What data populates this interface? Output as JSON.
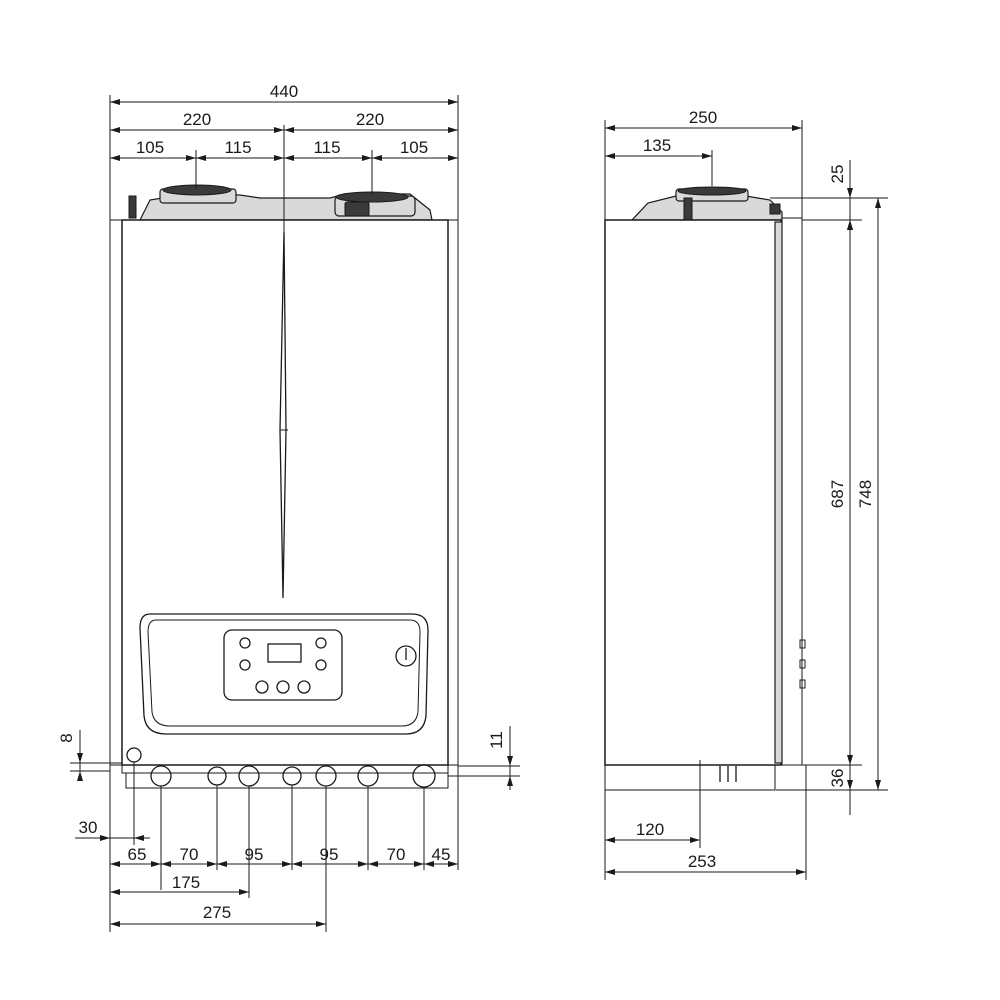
{
  "front_view": {
    "dim_overall_width": "440",
    "dim_half_left": "220",
    "dim_half_right": "220",
    "dim_top_left_outer": "105",
    "dim_top_left_inner": "115",
    "dim_top_right_inner": "115",
    "dim_top_right_outer": "105",
    "dim_left_offset_small": "8",
    "dim_right_offset_small": "11",
    "dim_bottom_30": "30",
    "dim_bottom_65": "65",
    "dim_bottom_70a": "70",
    "dim_bottom_95a": "95",
    "dim_bottom_95b": "95",
    "dim_bottom_70b": "70",
    "dim_bottom_45": "45",
    "dim_bottom_175": "175",
    "dim_bottom_275": "275"
  },
  "side_view": {
    "dim_depth": "250",
    "dim_flue_offset": "135",
    "dim_top_25": "25",
    "dim_body_height": "687",
    "dim_total_height": "748",
    "dim_bottom_36": "36",
    "dim_bottom_120": "120",
    "dim_bottom_253": "253"
  }
}
